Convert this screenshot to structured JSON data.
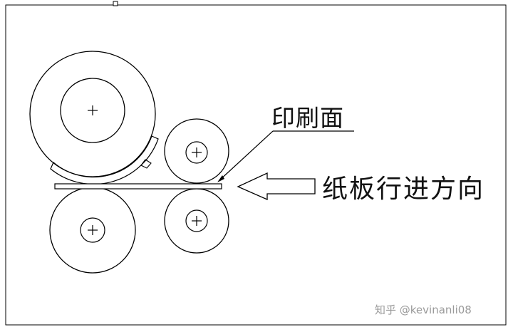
{
  "labels": {
    "print_surface": "印刷面",
    "board_direction": "纸板行进方向"
  },
  "watermark": "知乎 @kevinanli08",
  "colors": {
    "line": "#000000",
    "text": "#111111",
    "watermark": "#9a9a9a",
    "background": "#ffffff"
  }
}
